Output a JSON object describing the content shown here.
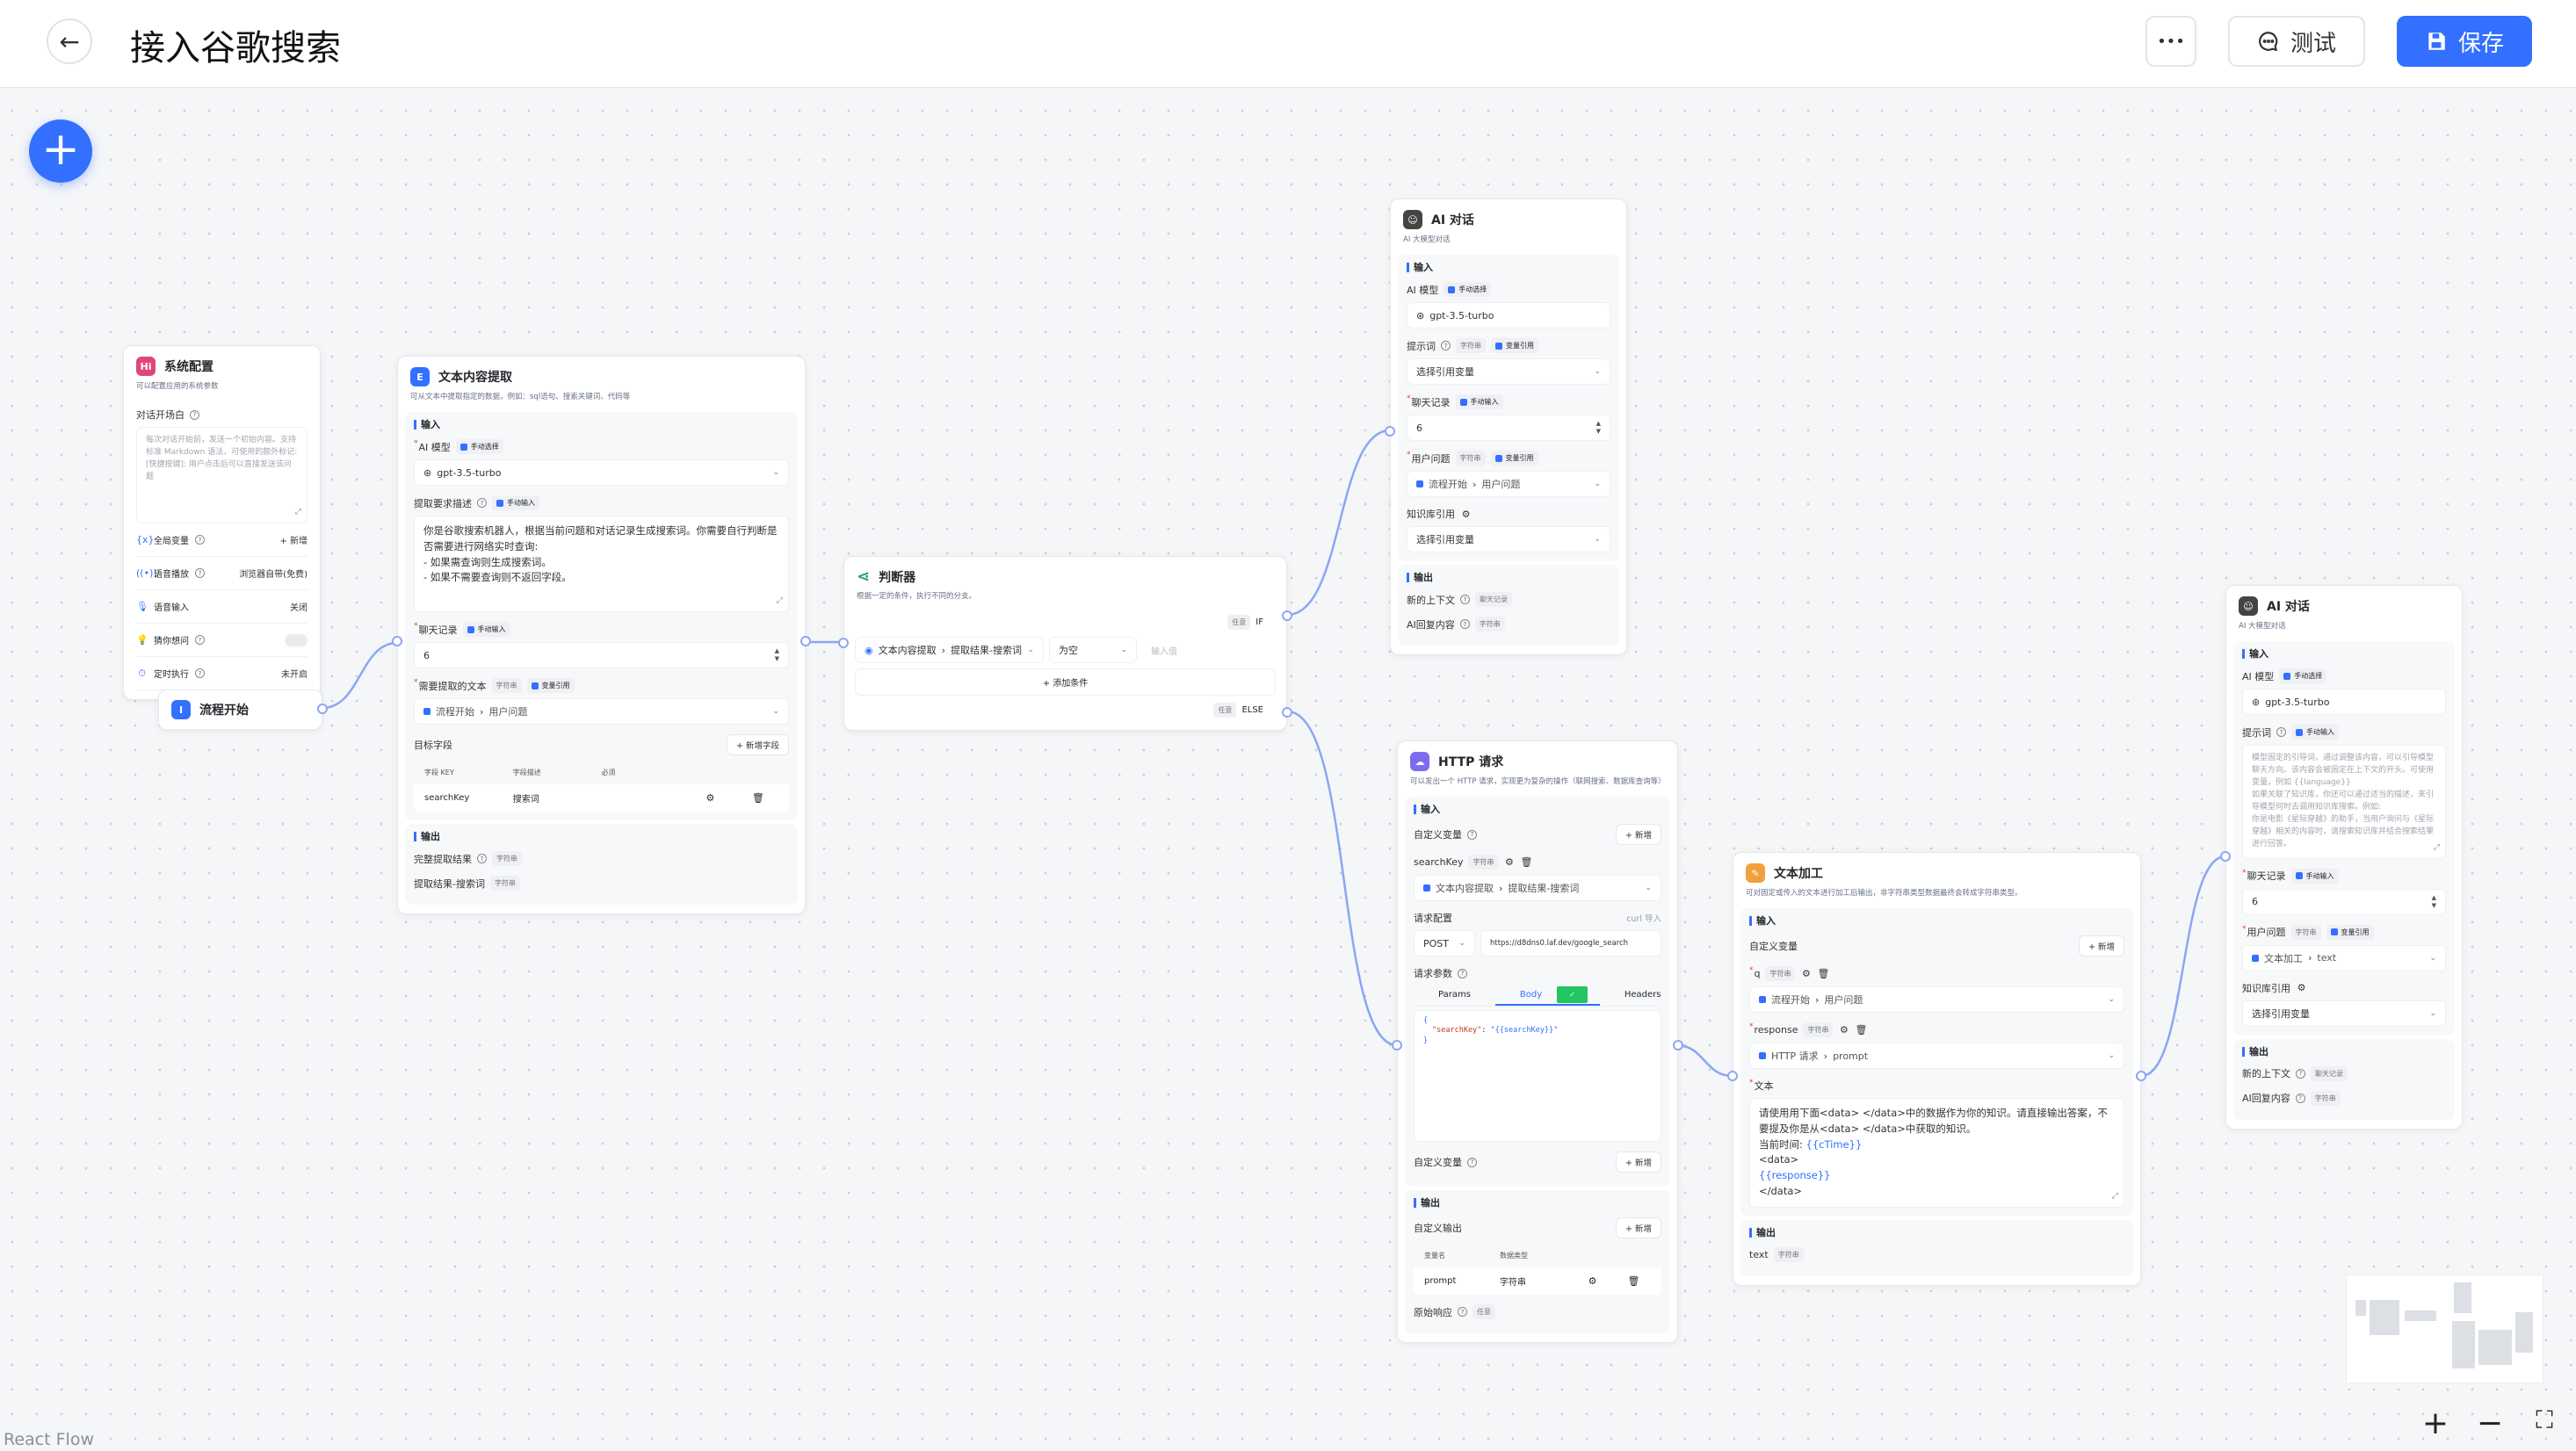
{
  "header": {
    "title": "接入谷歌搜索",
    "more_label": "•••",
    "test_label": "测试",
    "save_label": "保存"
  },
  "colors": {
    "accent": "#3370ff",
    "handle": "#8ba6f5"
  },
  "canvas": {
    "watermark": "React Flow",
    "zoom_in": "+",
    "zoom_out": "−",
    "fit": "⛶",
    "add_button": "+"
  },
  "judge": {
    "title": "判断器",
    "desc": "根据一定的条件，执行不同的分支。",
    "icon": "branch-icon",
    "if_tag": "任意",
    "if_label": "IF",
    "else_tag": "任意",
    "else_label": "ELSE",
    "cond_path": [
      "文本内容提取",
      "提取结果-搜索词"
    ],
    "cond_op": "为空",
    "cond_value_placeholder": "输入值",
    "add_condition": "+  添加条件"
  },
  "start": {
    "title": "流程开始",
    "icon": "flow-start-icon"
  },
  "nodes": {
    "sys": {
      "title": "系统配置",
      "desc": "可以配置应用的系统参数",
      "icon": "hi-logo",
      "sections": [
        {
          "title": "",
          "rows": [
            {
              "k": "field",
              "label": "对话开场白",
              "help": true
            },
            {
              "k": "textarea",
              "placeholder": [
                "每次对话开始前，发送一个初始内容。支持标准 Markdown 语法，可使用的额外标记:",
                "[快捷按键]: 用户点击后可以直接发送该问题"
              ]
            },
            {
              "k": "item",
              "icon": "{x}",
              "label": "全局变量",
              "help": true,
              "right": "+ 新增"
            },
            {
              "k": "item",
              "icon": "((•))",
              "label": "语音播放",
              "help": true,
              "right": "浏览器自带(免费)"
            },
            {
              "k": "item",
              "icon": "🎙",
              "label": "语音输入",
              "right": "关闭"
            },
            {
              "k": "item",
              "icon": "💡",
              "label": "猜你想问",
              "help": true,
              "toggle": false
            },
            {
              "k": "item",
              "icon": "⏱",
              "label": "定时执行",
              "help": true,
              "right": "未开启"
            }
          ]
        }
      ]
    },
    "extract": {
      "title": "文本内容提取",
      "desc": "可从文本中提取指定的数据，例如：sql语句、搜索关键词、代码等",
      "icon": "extract-icon",
      "sections": [
        {
          "title": "输入",
          "rows": [
            {
              "k": "field",
              "label": "AI 模型",
              "req": true,
              "tags": [
                {
                  "text": "手动选择",
                  "mode": true
                }
              ]
            },
            {
              "k": "select",
              "value": "gpt-3.5-turbo",
              "model": true
            },
            {
              "k": "field",
              "label": "提取要求描述",
              "help": true,
              "tags": [
                {
                  "text": "手动输入",
                  "mode": true
                }
              ]
            },
            {
              "k": "textarea",
              "lines": [
                "你是谷歌搜索机器人，根据当前问题和对话记录生成搜索词。你需要自行判断是否需要进行网络实时查询:",
                "- 如果需查询则生成搜索词。",
                "- 如果不需要查询则不返回字段。"
              ]
            },
            {
              "k": "field",
              "label": "聊天记录",
              "req": true,
              "tags": [
                {
                  "text": "手动输入",
                  "mode": true
                }
              ]
            },
            {
              "k": "number",
              "value": "6"
            },
            {
              "k": "field",
              "label": "需要提取的文本",
              "req": true,
              "tags": [
                {
                  "text": "字符串"
                },
                {
                  "text": "变量引用",
                  "mode": true
                }
              ]
            },
            {
              "k": "select",
              "path": [
                "流程开始",
                "用户问题"
              ]
            },
            {
              "k": "field",
              "label": "目标字段",
              "btn": "+ 新增字段"
            },
            {
              "k": "table",
              "headers": [
                "字段 KEY",
                "字段描述",
                "必须"
              ],
              "rows": [
                [
                  "searchKey",
                  "搜索词",
                  ""
                ]
              ],
              "actions": true
            }
          ]
        },
        {
          "title": "输出",
          "rows": [
            {
              "k": "field",
              "label": "完整提取结果",
              "help": true,
              "tags": [
                {
                  "text": "字符串"
                }
              ]
            },
            {
              "k": "field",
              "label": "提取结果-搜索词",
              "tags": [
                {
                  "text": "字符串"
                }
              ]
            }
          ]
        }
      ]
    },
    "ai1": {
      "title": "AI 对话",
      "desc": "AI 大模型对话",
      "icon": "robot-icon",
      "sections": [
        {
          "title": "输入",
          "rows": [
            {
              "k": "field",
              "label": "AI 模型",
              "tags": [
                {
                  "text": "手动选择",
                  "mode": true
                }
              ]
            },
            {
              "k": "select",
              "value": "gpt-3.5-turbo",
              "model": true,
              "nochev": true
            },
            {
              "k": "field",
              "label": "提示词",
              "help": true,
              "tags": [
                {
                  "text": "字符串"
                },
                {
                  "text": "变量引用",
                  "mode": true
                }
              ]
            },
            {
              "k": "select",
              "value": "选择引用变量"
            },
            {
              "k": "field",
              "label": "聊天记录",
              "req": true,
              "tags": [
                {
                  "text": "手动输入",
                  "mode": true
                }
              ]
            },
            {
              "k": "number",
              "value": "6"
            },
            {
              "k": "field",
              "label": "用户问题",
              "req": true,
              "tags": [
                {
                  "text": "字符串"
                },
                {
                  "text": "变量引用",
                  "mode": true
                }
              ]
            },
            {
              "k": "select",
              "path": [
                "流程开始",
                "用户问题"
              ]
            },
            {
              "k": "field",
              "label": "知识库引用",
              "gear": true
            },
            {
              "k": "select",
              "value": "选择引用变量"
            }
          ]
        },
        {
          "title": "输出",
          "rows": [
            {
              "k": "field",
              "label": "新的上下文",
              "help": true,
              "tags": [
                {
                  "text": "聊天记录"
                }
              ]
            },
            {
              "k": "field",
              "label": "AI回复内容",
              "help": true,
              "tags": [
                {
                  "text": "字符串"
                }
              ]
            }
          ]
        }
      ]
    },
    "http": {
      "title": "HTTP 请求",
      "desc": "可以发出一个 HTTP 请求，实现更为复杂的操作（联网搜索、数据库查询等）",
      "icon": "http-cloud-icon",
      "sections": [
        {
          "title": "输入",
          "rows": [
            {
              "k": "field",
              "label": "自定义变量",
              "help": true,
              "btn": "+ 新增"
            },
            {
              "k": "field",
              "label": "searchKey",
              "tags": [
                {
                  "text": "字符串"
                }
              ],
              "actions": true
            },
            {
              "k": "select",
              "path": [
                "文本内容提取",
                "提取结果-搜索词"
              ]
            },
            {
              "k": "field",
              "label": "请求配置",
              "link": "curl 导入"
            },
            {
              "k": "methodurl",
              "method": "POST",
              "url": "https://d8dns0.laf.dev/google_search"
            },
            {
              "k": "field",
              "label": "请求参数",
              "help": true
            },
            {
              "k": "tabs",
              "items": [
                "Params",
                "Body",
                "Headers"
              ],
              "active": 1
            },
            {
              "k": "code",
              "open": "{",
              "key": "\"searchKey\"",
              "sep": ": ",
              "val": "\"{{searchKey}}\"",
              "close": "}"
            },
            {
              "k": "field",
              "label": "自定义变量",
              "help": true,
              "btn": "+ 新增"
            }
          ]
        },
        {
          "title": "输出",
          "rows": [
            {
              "k": "field",
              "label": "自定义输出",
              "btn": "+ 新增"
            },
            {
              "k": "table",
              "headers": [
                "变量名",
                "数据类型"
              ],
              "rows": [
                [
                  "prompt",
                  "字符串"
                ]
              ],
              "actions": true
            },
            {
              "k": "field",
              "label": "原始响应",
              "help": true,
              "tags": [
                {
                  "text": "任意"
                }
              ]
            }
          ]
        }
      ]
    },
    "text": {
      "title": "文本加工",
      "desc": "可对固定或传入的文本进行加工后输出，非字符串类型数据最终会转成字符串类型。",
      "icon": "text-edit-icon",
      "sections": [
        {
          "title": "输入",
          "rows": [
            {
              "k": "field",
              "label": "自定义变量",
              "btn": "+ 新增"
            },
            {
              "k": "field",
              "label": "q",
              "req": true,
              "tags": [
                {
                  "text": "字符串"
                }
              ],
              "actions": true
            },
            {
              "k": "select",
              "path": [
                "流程开始",
                "用户问题"
              ]
            },
            {
              "k": "field",
              "label": "response",
              "req": true,
              "tags": [
                {
                  "text": "字符串"
                }
              ],
              "actions": true
            },
            {
              "k": "select",
              "path": [
                "HTTP 请求",
                "prompt"
              ]
            },
            {
              "k": "field",
              "label": "文本",
              "req": true
            },
            {
              "k": "textarea",
              "lines": [
                "请使用用下面<data> </data>中的数据作为你的知识。请直接输出答案，不要提及你是从<data> </data>中获取的知识。",
                " ",
                {
                  "pre": "当前时间: ",
                  "var": "{{cTime}}"
                },
                " ",
                "<data>",
                {
                  "pre": "",
                  "var": "{{response}}"
                },
                "</data>"
              ]
            }
          ]
        },
        {
          "title": "输出",
          "rows": [
            {
              "k": "field",
              "label": "text",
              "tags": [
                {
                  "text": "字符串"
                }
              ]
            }
          ]
        }
      ]
    },
    "ai2": {
      "title": "AI 对话",
      "desc": "AI 大模型对话",
      "icon": "robot-icon",
      "sections": [
        {
          "title": "输入",
          "rows": [
            {
              "k": "field",
              "label": "AI 模型",
              "tags": [
                {
                  "text": "手动选择",
                  "mode": true
                }
              ]
            },
            {
              "k": "select",
              "value": "gpt-3.5-turbo",
              "model": true,
              "nochev": true
            },
            {
              "k": "field",
              "label": "提示词",
              "help": true,
              "tags": [
                {
                  "text": "手动输入",
                  "mode": true
                }
              ]
            },
            {
              "k": "textarea",
              "placeholder": [
                "模型固定的引导词，通过调整该内容，可以引导模型聊天方向。该内容会被固定在上下文的开头。可使用变量，例如 {{language}}",
                "如果关联了知识库，你还可以通过适当的描述，来引导模型何时去调用知识库搜索。例如:",
                "你是电影《星际穿越》的助手，当用户询问与《星际穿越》相关的内容时，请搜索知识库并结合搜索结果进行回答。"
              ]
            },
            {
              "k": "field",
              "label": "聊天记录",
              "req": true,
              "tags": [
                {
                  "text": "手动输入",
                  "mode": true
                }
              ]
            },
            {
              "k": "number",
              "value": "6"
            },
            {
              "k": "field",
              "label": "用户问题",
              "req": true,
              "tags": [
                {
                  "text": "字符串"
                },
                {
                  "text": "变量引用",
                  "mode": true
                }
              ]
            },
            {
              "k": "select",
              "path": [
                "文本加工",
                "text"
              ]
            },
            {
              "k": "field",
              "label": "知识库引用",
              "gear": true
            },
            {
              "k": "select",
              "value": "选择引用变量"
            }
          ]
        },
        {
          "title": "输出",
          "rows": [
            {
              "k": "field",
              "label": "新的上下文",
              "help": true,
              "tags": [
                {
                  "text": "聊天记录"
                }
              ]
            },
            {
              "k": "field",
              "label": "AI回复内容",
              "help": true,
              "tags": [
                {
                  "text": "字符串"
                }
              ]
            }
          ]
        }
      ]
    }
  }
}
